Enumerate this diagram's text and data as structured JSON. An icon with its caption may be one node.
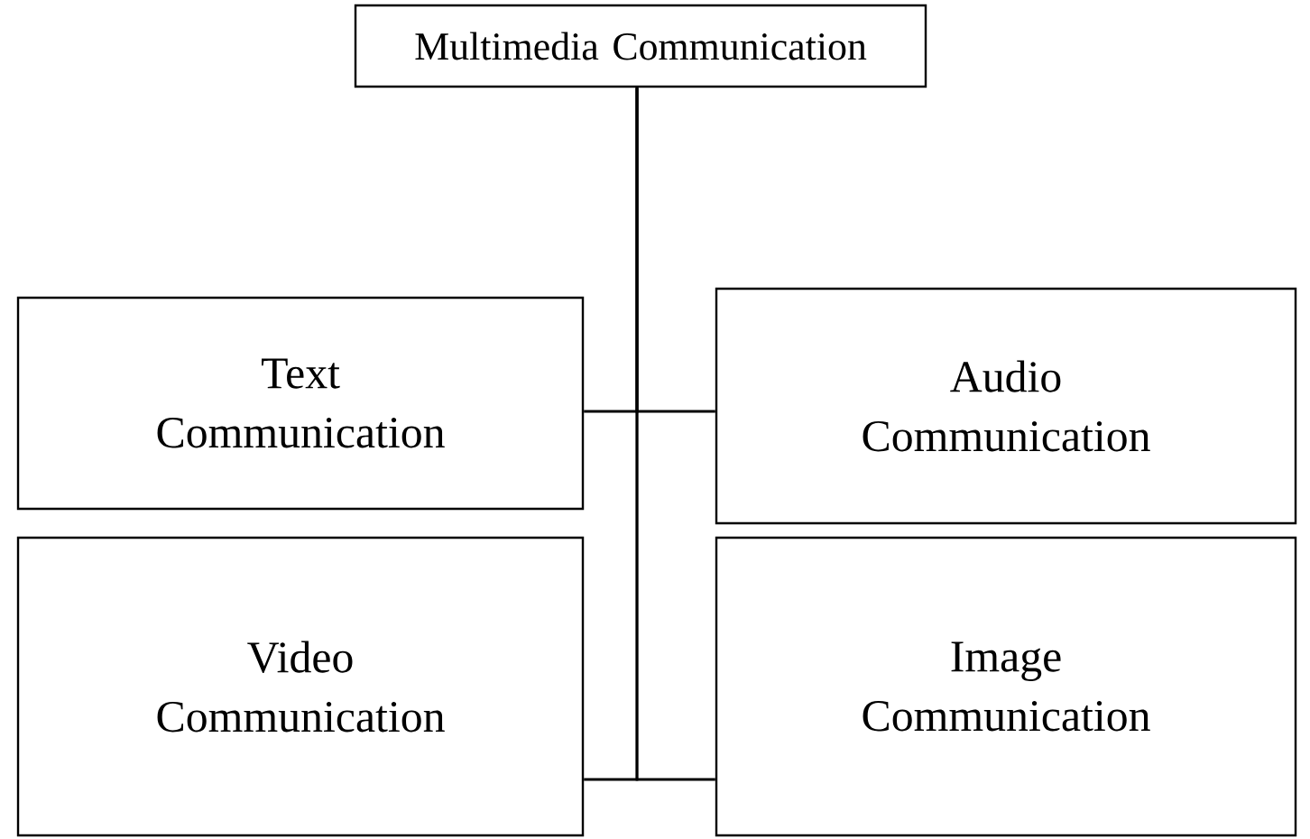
{
  "diagram": {
    "nodes": [
      {
        "text": [
          "Multimedia Communication"
        ]
      },
      {
        "text": [
          "Text Communication"
        ]
      },
      {
        "text": [
          "Audio Communication"
        ]
      },
      {
        "text": [
          "Video Communication"
        ]
      },
      {
        "text": [
          "Image Communication"
        ]
      }
    ],
    "edges": [
      {
        "from": 0,
        "to": 1,
        "arrow": "none"
      },
      {
        "from": 0,
        "to": 2,
        "arrow": "none"
      },
      {
        "from": 0,
        "to": 3,
        "arrow": "none"
      },
      {
        "from": 0,
        "to": 4,
        "arrow": "none"
      }
    ]
  }
}
